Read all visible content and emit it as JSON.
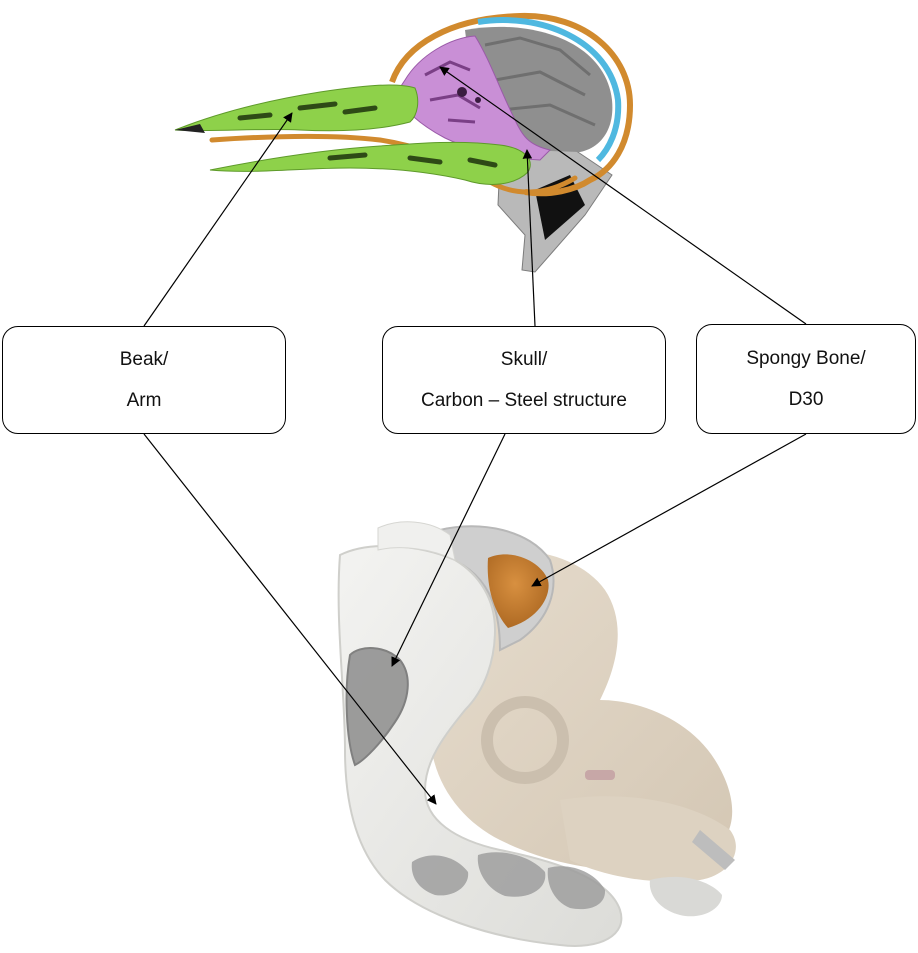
{
  "labels": [
    {
      "id": "beak",
      "line1": "Beak/",
      "line2": "Arm"
    },
    {
      "id": "skull",
      "line1": "Skull/",
      "line2": "Carbon – Steel structure"
    },
    {
      "id": "spongy",
      "line1": "Spongy Bone/",
      "line2": "D30"
    }
  ],
  "colors": {
    "beak_bone": "#8ed14a",
    "skull_cavity": "#c98fd6",
    "brain_gray": "#8a8a8a",
    "spongy_blue": "#4fb8e0",
    "orange_outline": "#d18a2e",
    "seat_shell": "#e9e8e4",
    "seat_fabric": "#dcd0bf",
    "d30_pad": "#c07a2e"
  },
  "icons": {
    "bird_head": "woodpecker-skull-cross-section",
    "car_seat": "child-car-seat"
  }
}
